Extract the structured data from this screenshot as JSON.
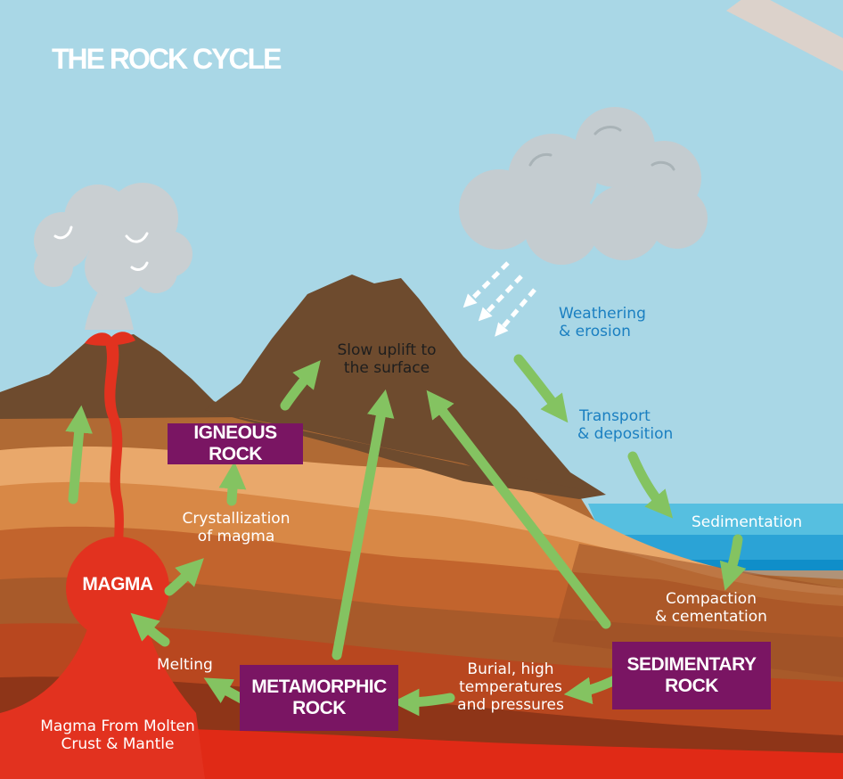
{
  "title": "THE ROCK CYCLE",
  "nodes": {
    "magma": "MAGMA",
    "igneous": "IGNEOUS ROCK",
    "metamorphic_line1": "METAMORPHIC",
    "metamorphic_line2": "ROCK",
    "sedimentary_line1": "SEDIMENTARY",
    "sedimentary_line2": "ROCK"
  },
  "labels": {
    "weathering_1": "Weathering",
    "weathering_2": "& erosion",
    "transport_1": "Transport",
    "transport_2": "& deposition",
    "sedimentation": "Sedimentation",
    "compaction_1": "Compaction",
    "compaction_2": "& cementation",
    "burial_1": "Burial, high",
    "burial_2": "temperatures",
    "burial_3": "and pressures",
    "melting": "Melting",
    "crystallization_1": "Crystallization",
    "crystallization_2": "of magma",
    "uplift_1": "Slow uplift to",
    "uplift_2": "the surface",
    "source_1": "Magma From Molten",
    "source_2": "Crust & Mantle"
  },
  "colors": {
    "sky": "#a9d7e6",
    "mountain": "#6e4b2e",
    "arrow_green": "#84c361",
    "box_purple": "#7a1563",
    "magma_red": "#e2321f",
    "label_blue": "#1a7fc1",
    "cloud_grey": "#cbd3d6"
  }
}
